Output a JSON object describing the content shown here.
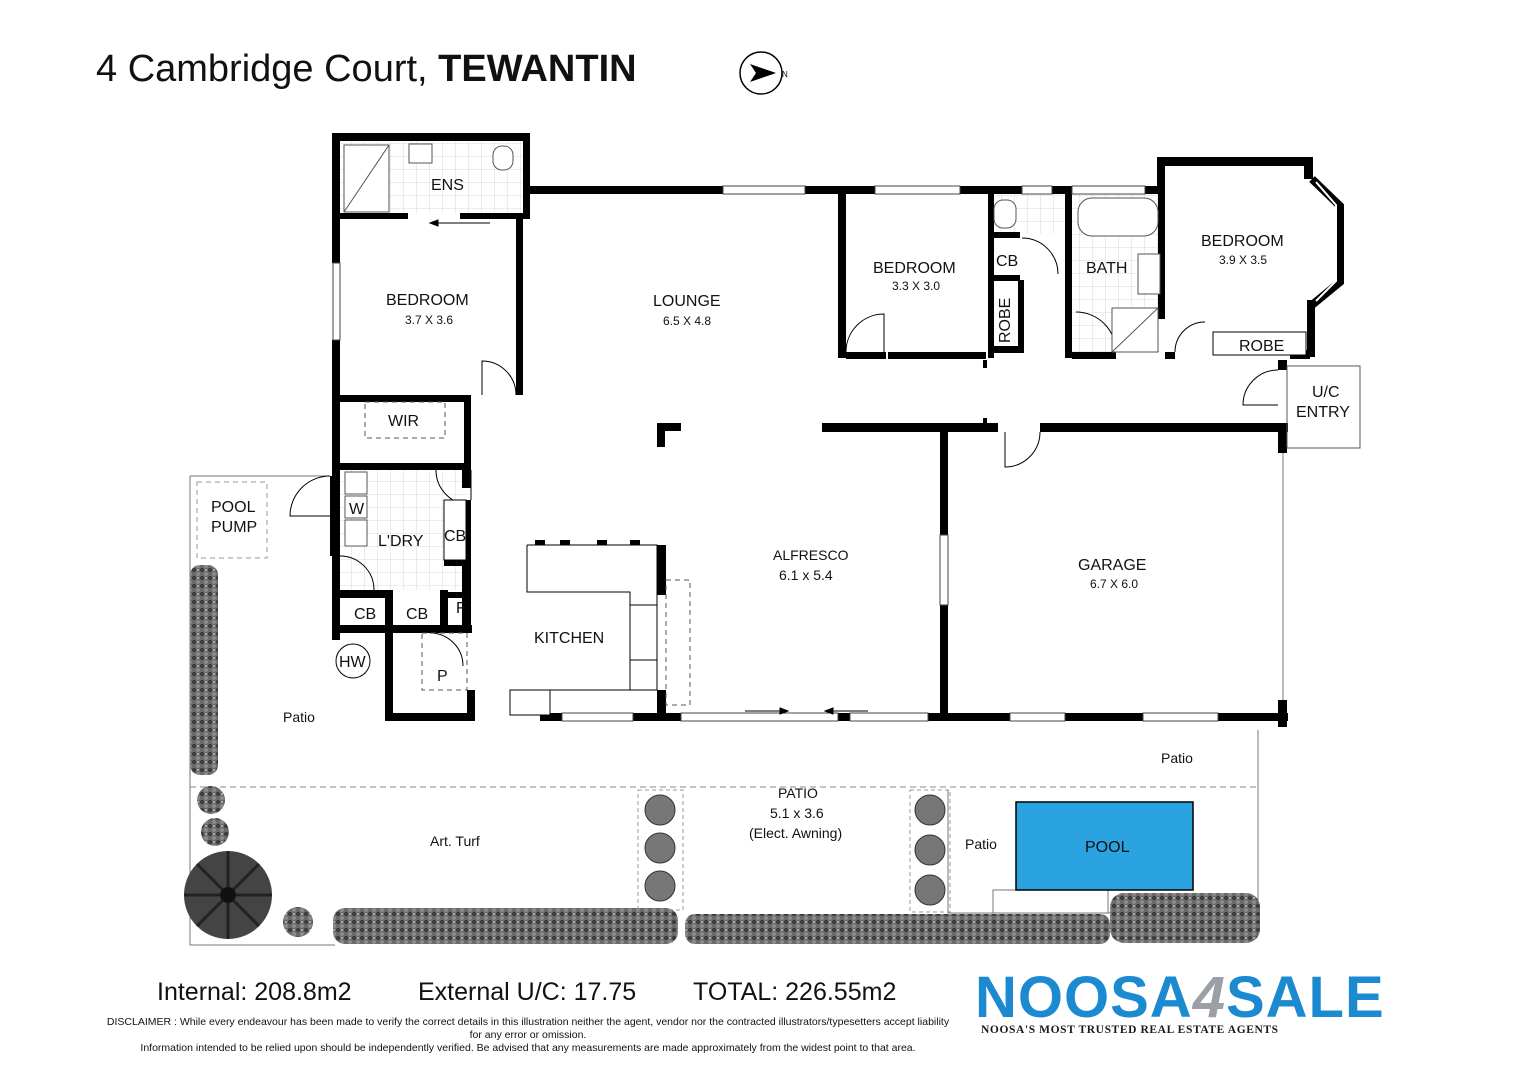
{
  "header": {
    "address": "4 Cambridge Court,",
    "suburb": "TEWANTIN",
    "compass_letter": "N"
  },
  "rooms": {
    "ens": "ENS",
    "bedroom1": "BEDROOM",
    "bedroom1_dim": "3.7 X 3.6",
    "lounge": "LOUNGE",
    "lounge_dim": "6.5 X 4.8",
    "bedroom2": "BEDROOM",
    "bedroom2_dim": "3.3 X 3.0",
    "cb_bath": "CB",
    "robe_vertical": "ROBE",
    "bath": "BATH",
    "bedroom3": "BEDROOM",
    "bedroom3_dim": "3.9 X 3.5",
    "robe3": "ROBE",
    "uc_line1": "U/C",
    "uc_line2": "ENTRY",
    "wir": "WIR",
    "pool_pump_line1": "POOL",
    "pool_pump_line2": "PUMP",
    "w": "W",
    "ldry": "L'DRY",
    "cb_ldry": "CB",
    "cb1": "CB",
    "cb2": "CB",
    "f": "F",
    "hw": "HW",
    "p": "P",
    "kitchen": "KITCHEN",
    "alfresco": "ALFRESCO",
    "alfresco_dim": "6.1 x 5.4",
    "garage": "GARAGE",
    "garage_dim": "6.7 X 6.0",
    "patio_left": "Patio",
    "patio_right": "Patio",
    "patio_main": "PATIO",
    "patio_main_dim": "5.1 x 3.6",
    "patio_main_note": "(Elect. Awning)",
    "art_turf": "Art. Turf",
    "patio_pool": "Patio",
    "pool": "POOL"
  },
  "stats": {
    "internal": "Internal: 208.8m2",
    "external": "External U/C: 17.75",
    "total": "TOTAL: 226.55m2"
  },
  "disclaimer": {
    "line1": "DISCLAIMER : While every endeavour has been made to verify the correct details in this illustration neither the agent, vendor nor the contracted illustrators/typesetters accept liability for any error or omission.",
    "line2": "Information intended to be relied upon should be independently verified. Be advised that any measurements are made approximately from the widest point to that area."
  },
  "logo": {
    "part1": "NOOSA",
    "part2": "4",
    "part3": "SALE",
    "tagline": "NOOSA'S MOST TRUSTED REAL ESTATE AGENTS"
  },
  "colors": {
    "pool": "#2ba3e0",
    "logo_blue": "#1c8ad1",
    "logo_grey": "#9aa0a6",
    "hedge": "#555555",
    "wall": "#000000"
  }
}
